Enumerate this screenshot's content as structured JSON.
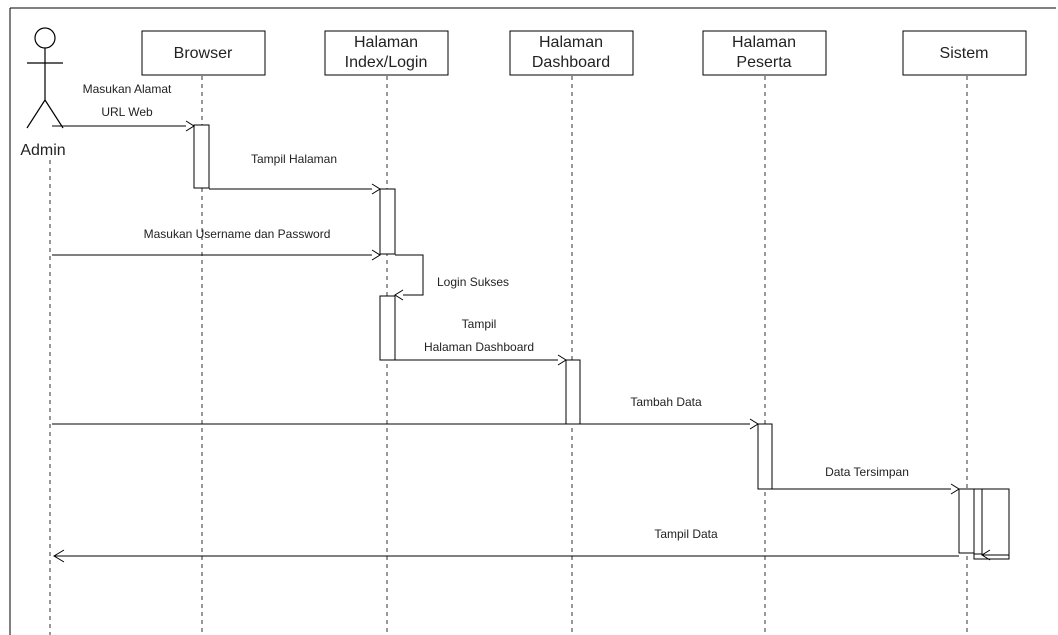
{
  "diagram": {
    "type": "sequence",
    "actor": {
      "id": "admin",
      "label": "Admin"
    },
    "participants": [
      {
        "id": "browser",
        "lines": [
          "Browser"
        ]
      },
      {
        "id": "login",
        "lines": [
          "Halaman",
          "Index/Login"
        ]
      },
      {
        "id": "dashboard",
        "lines": [
          "Halaman",
          "Dashboard"
        ]
      },
      {
        "id": "peserta",
        "lines": [
          "Halaman",
          "Peserta"
        ]
      },
      {
        "id": "sistem",
        "lines": [
          "Sistem"
        ]
      }
    ],
    "messages": [
      {
        "id": "m1",
        "from": "admin",
        "to": "browser",
        "lines": [
          "Masukan Alamat",
          "URL Web"
        ]
      },
      {
        "id": "m2",
        "from": "browser",
        "to": "login",
        "lines": [
          "Tampil Halaman"
        ]
      },
      {
        "id": "m3",
        "from": "admin",
        "to": "login",
        "lines": [
          "Masukan Username dan Password"
        ]
      },
      {
        "id": "m4",
        "from": "login",
        "to": "login",
        "lines": [
          "Login Sukses"
        ]
      },
      {
        "id": "m5",
        "from": "login",
        "to": "dashboard",
        "lines": [
          "Tampil",
          "Halaman Dashboard"
        ]
      },
      {
        "id": "m6",
        "from": "admin",
        "to": "peserta",
        "lines": [
          "Tambah Data"
        ]
      },
      {
        "id": "m7",
        "from": "peserta",
        "to": "sistem",
        "lines": [
          "Data Tersimpan"
        ]
      },
      {
        "id": "m8",
        "from": "sistem",
        "to": "sistem",
        "lines": []
      },
      {
        "id": "m9",
        "from": "sistem",
        "to": "admin",
        "lines": [
          "Tampil Data"
        ]
      }
    ]
  }
}
